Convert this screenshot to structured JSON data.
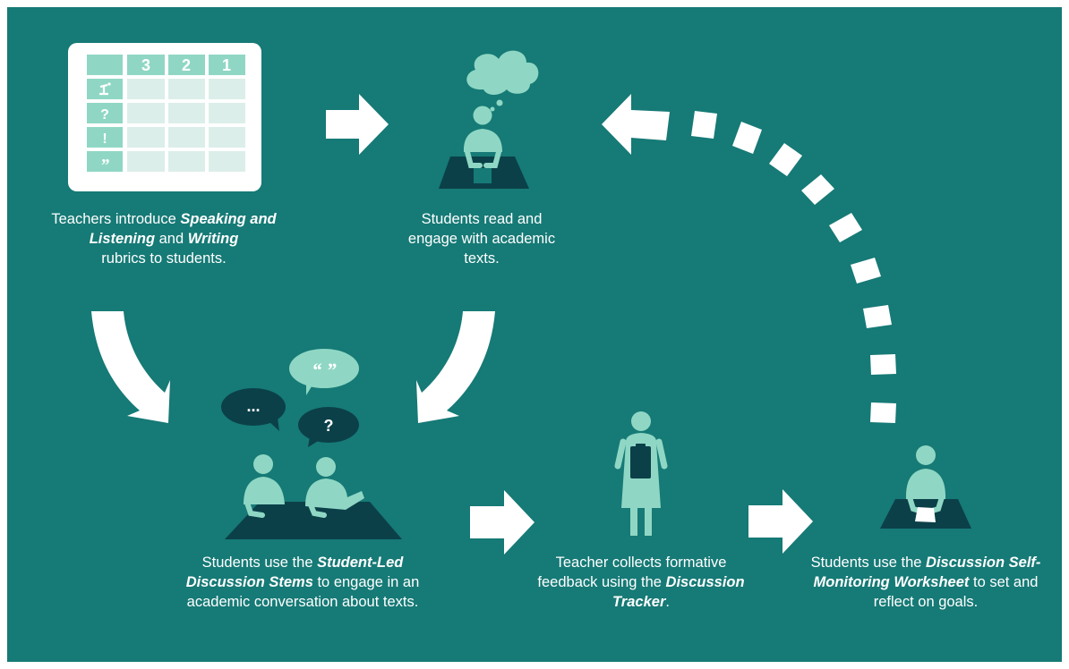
{
  "colors": {
    "background": "#167a76",
    "figure": "#8fd7c4",
    "dark": "#0b4049",
    "rubric_light": "#dceeea",
    "white": "#ffffff"
  },
  "rubric": {
    "score_headers": [
      "3",
      "2",
      "1"
    ],
    "row_icons": [
      "microphone-icon",
      "question-mark-icon",
      "exclamation-icon",
      "quote-icon"
    ],
    "row_glyphs": [
      "",
      "?",
      "!",
      "”"
    ]
  },
  "bubbles": {
    "ellipsis": "...",
    "question": "?",
    "quotes": "“ ”"
  },
  "captions": {
    "step1": {
      "pre": "Teachers introduce ",
      "em1": "Speaking and Listening",
      "mid": " and ",
      "em2": "Writing",
      "post": " rubrics to students."
    },
    "step2": {
      "text": "Students read and engage with academic texts."
    },
    "step3": {
      "pre": "Students use the ",
      "em1": "Student-Led Discussion Stems",
      "post": " to engage in an academic conversation about texts."
    },
    "step4": {
      "pre": "Teacher collects formative feedback using the ",
      "em1": "Discussion Tracker",
      "post": "."
    },
    "step5": {
      "pre": "Students use the ",
      "em1": "Discussion Self-Monitoring Worksheet",
      "post": " to set and reflect on goals."
    }
  }
}
